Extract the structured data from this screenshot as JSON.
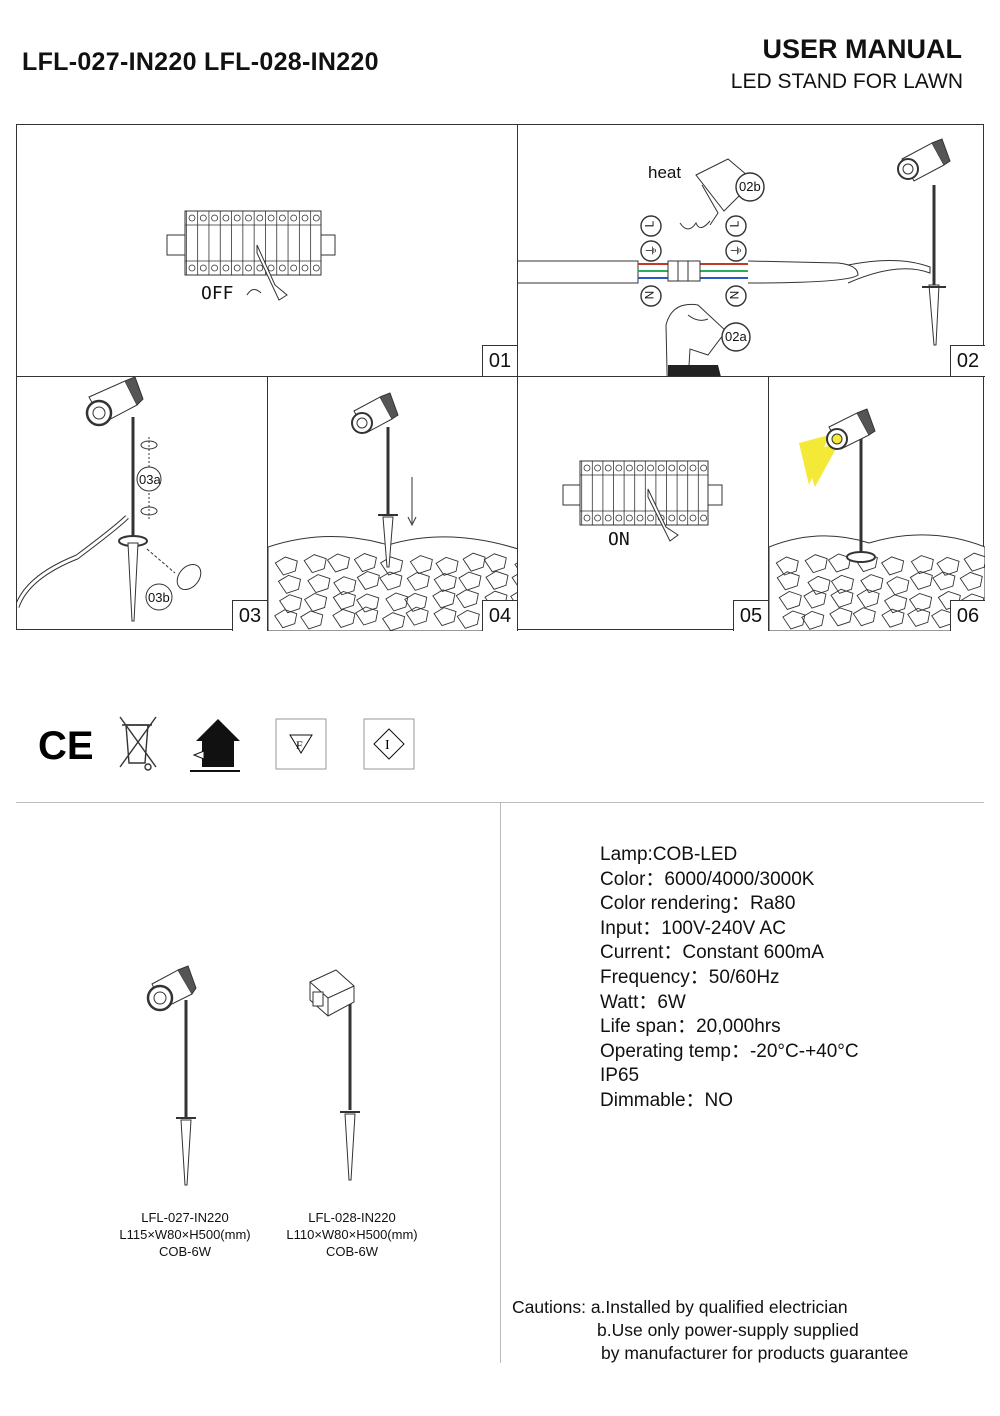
{
  "header": {
    "models": "LFL-027-IN220 LFL-028-IN220",
    "title": "USER MANUAL",
    "subtitle": "LED STAND FOR LAWN"
  },
  "steps": [
    {
      "number": "01",
      "label": "OFF"
    },
    {
      "number": "02",
      "heat_label": "heat",
      "callout_a": "02a",
      "callout_b": "02b",
      "wire_labels": [
        "L",
        "⏚",
        "N"
      ]
    },
    {
      "number": "03",
      "callout_a": "03a",
      "callout_b": "03b"
    },
    {
      "number": "04"
    },
    {
      "number": "05",
      "label": "ON"
    },
    {
      "number": "06"
    }
  ],
  "certifications": [
    "ce-mark-icon",
    "weee-bin-icon",
    "indoor-outdoor-icon",
    "f-mark-icon",
    "class-i-icon"
  ],
  "cert_labels": {
    "ce": "CE",
    "f": "F",
    "class": "I"
  },
  "specs": [
    "Lamp:COB-LED",
    "Color：6000/4000/3000K",
    "Color rendering：Ra80",
    "Input：100V-240V AC",
    "Current：Constant 600mA",
    "Frequency：50/60Hz",
    "Watt：6W",
    "Life span：20,000hrs",
    "Operating temp：-20°C-+40°C",
    "IP65",
    "Dimmable：NO"
  ],
  "products": [
    {
      "model": "LFL-027-IN220",
      "size": "L115×W80×H500(mm)",
      "power": "COB-6W"
    },
    {
      "model": "LFL-028-IN220",
      "size": "L110×W80×H500(mm)",
      "power": "COB-6W"
    }
  ],
  "cautions": {
    "label": "Cautions:",
    "line_a": "a.Installed by qualified electrician",
    "line_b1": "b.Use only power-supply supplied",
    "line_b2": "by manufacturer for products guarantee"
  }
}
